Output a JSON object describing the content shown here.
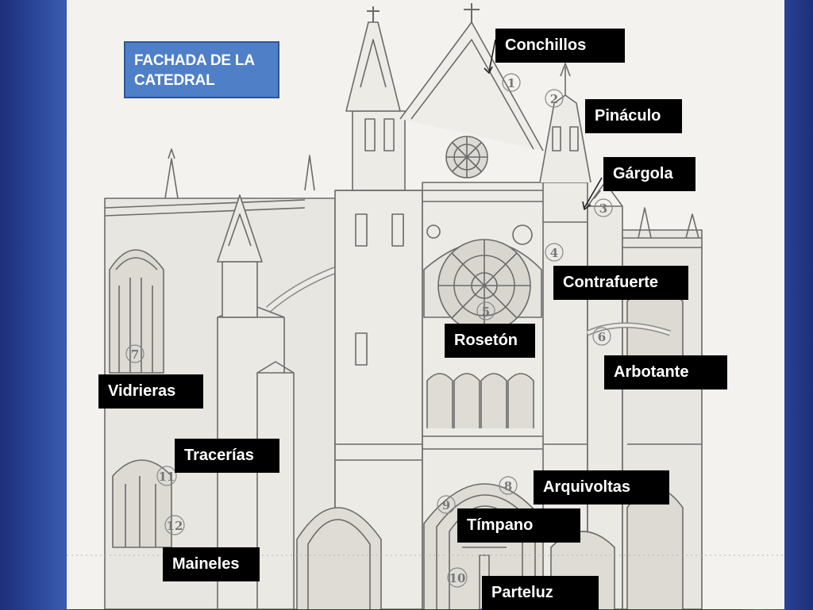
{
  "title": "FACHADA DE LA CATEDRAL",
  "labels": {
    "conchillos": "Conchillos",
    "pinaculo": "Pináculo",
    "gargola": "Gárgola",
    "contrafuerte": "Contrafuerte",
    "roseton": "Rosetón",
    "arbotante": "Arbotante",
    "vidrieras": "Vidrieras",
    "tracerias": "Tracerías",
    "arquivoltas": "Arquivoltas",
    "timpano": "Tímpano",
    "maineles": "Maineles",
    "parteluz": "Parteluz"
  },
  "numbers": [
    "1",
    "2",
    "3",
    "4",
    "5",
    "6",
    "7",
    "8",
    "9",
    "10",
    "11",
    "12"
  ],
  "colors": {
    "background": "#22388a",
    "panel": "#f3f2ee",
    "title_box": "#4f7fc7",
    "label_box": "#000000",
    "label_text": "#ffffff",
    "sketch": "#6b6b6b"
  }
}
